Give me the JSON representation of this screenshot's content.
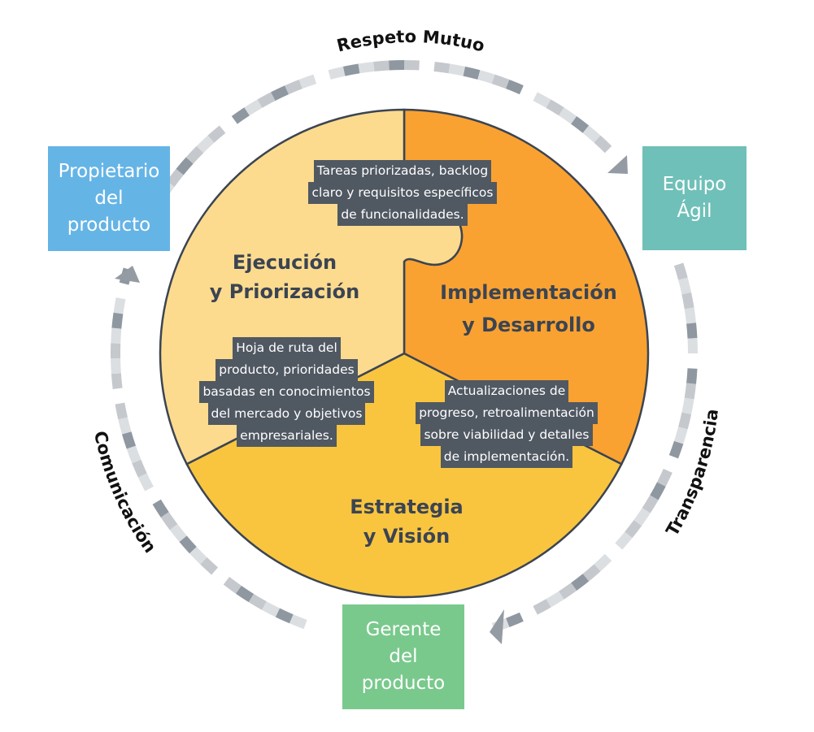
{
  "colors": {
    "segment_top_left": "#fcdb8e",
    "segment_top_right": "#f9a231",
    "segment_bottom": "#f9c53f",
    "outline": "#3b4452",
    "note_bg": "#505862",
    "product_owner": "#65b4e6",
    "agile_team": "#6fc0b8",
    "product_manager": "#79c98c",
    "ring_dark": "#8f98a1",
    "ring_mid": "#c5c8cc",
    "ring_light": "#dcdfe2",
    "arrow": "#959ba3"
  },
  "arcs": [
    {
      "label": "Respeto Mutuo",
      "from": "product_owner",
      "to": "agile_team"
    },
    {
      "label": "Transparencia",
      "from": "agile_team",
      "to": "product_manager"
    },
    {
      "label": "Comunicación",
      "from": "product_manager",
      "to": "product_owner"
    }
  ],
  "roles": {
    "product_owner": "Propietario\ndel\nproducto",
    "agile_team": "Equipo\nÁgil",
    "product_manager": "Gerente\ndel\nproducto"
  },
  "segments": {
    "execution": {
      "title": "Ejecución\ny Priorización",
      "note": [
        "Hoja de ruta del",
        "producto, prioridades",
        "basadas en conocimientos",
        "del mercado y objetivos",
        "empresariales."
      ]
    },
    "implementation": {
      "title": "Implementación\ny Desarrollo",
      "note": [
        "Actualizaciones de",
        "progreso, retroalimentación",
        "sobre viabilidad y detalles",
        "de implementación."
      ]
    },
    "strategy": {
      "title": "Estrategia\ny Visión"
    },
    "top_note": [
      "Tareas priorizadas, backlog",
      "claro y requisitos específicos",
      "de funcionalidades."
    ]
  }
}
